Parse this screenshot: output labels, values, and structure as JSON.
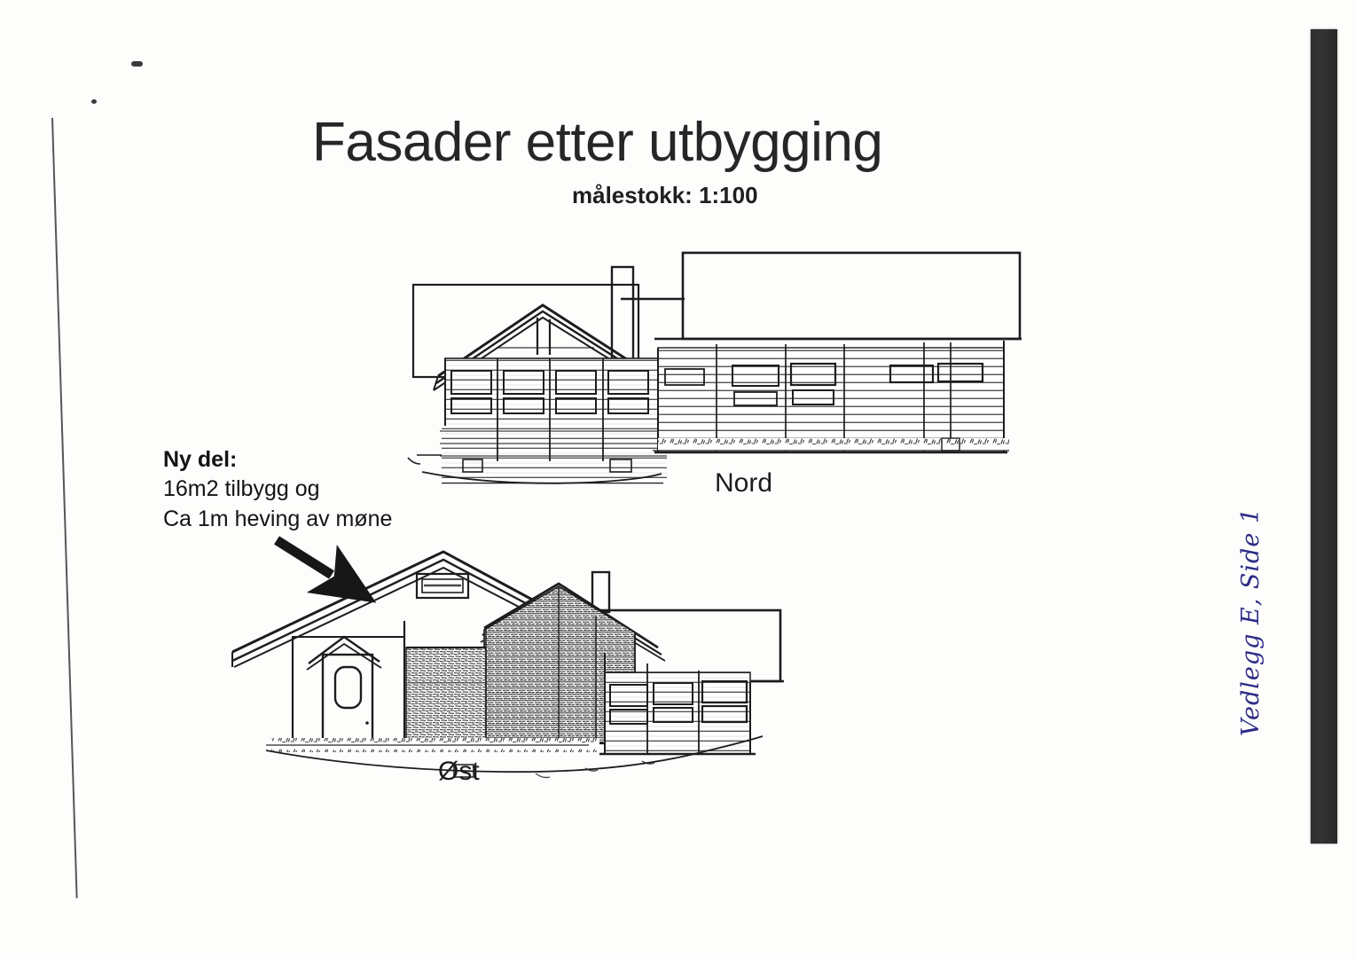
{
  "document": {
    "title": "Fasader etter utbygging",
    "subtitle": "målestokk: 1:100",
    "scale": "1:100",
    "handwritten_margin_note": "Vedlegg E, Side 1"
  },
  "annotation": {
    "heading": "Ny del:",
    "line1": "16m2 tilbygg og",
    "line2": "Ca 1m heving av møne",
    "arrow": "arrow-pointing-to-new-extension"
  },
  "elevations": [
    {
      "id": "nord",
      "label": "Nord",
      "description": "North facade after extension, gabled cabin with log siding and flat-roofed wing to the right",
      "windows": 8,
      "chimneys": 1
    },
    {
      "id": "ost",
      "label": "Øst",
      "description": "East facade after extension, new extension at left with entrance door, textured gable wall at centre, flat-roof wing at right",
      "windows": 4,
      "doors": 1,
      "chimneys": 1
    }
  ],
  "colors": {
    "ink": "#1d1d1d",
    "paper": "#fdfdfc",
    "handwriting": "#2d2b86",
    "scan_band": "#2e2e2e"
  }
}
